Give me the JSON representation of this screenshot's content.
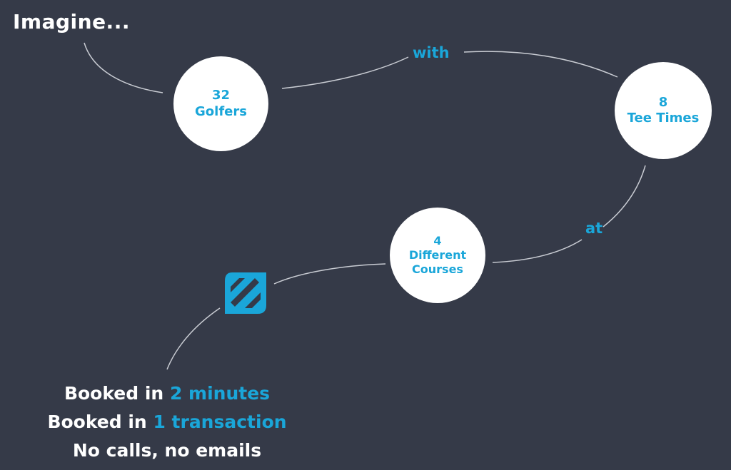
{
  "intro": {
    "text": "Imagine..."
  },
  "connectors": {
    "with": "with",
    "at": "at"
  },
  "nodes": {
    "golfers": {
      "number": "32",
      "label": "Golfers"
    },
    "tee_times": {
      "number": "8",
      "label": "Tee Times"
    },
    "courses": {
      "number": "4",
      "label_line1": "Different",
      "label_line2": "Courses"
    }
  },
  "logo": {
    "icon": "brand-logo-icon"
  },
  "summary": {
    "line1": {
      "prefix": "Booked in ",
      "highlight": "2 minutes"
    },
    "line2": {
      "prefix": "Booked in ",
      "highlight": "1 transaction"
    },
    "line3": {
      "text": "No calls, no emails"
    }
  },
  "colors": {
    "background": "#353a48",
    "accent": "#1aa6d9",
    "node_fill": "#ffffff",
    "text": "#ffffff"
  }
}
